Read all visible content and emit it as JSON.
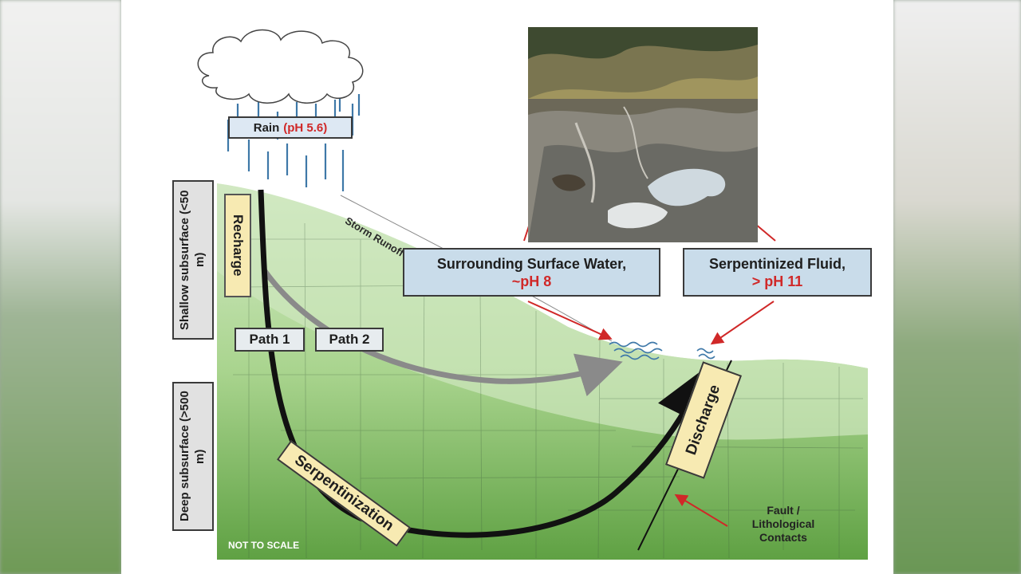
{
  "rain": {
    "label": "Rain",
    "ph": "(pH 5.6)"
  },
  "zones": {
    "shallow": "Shallow subsurface (<50 m)",
    "deep": "Deep subsurface (>500 m)"
  },
  "labels": {
    "recharge": "Recharge",
    "path1": "Path 1",
    "path2": "Path 2",
    "storm_runoff": "Storm Runoff",
    "serpentinization": "Serpentinization",
    "discharge": "Discharge",
    "not_to_scale": "NOT TO SCALE",
    "fault": "Fault / Lithological Contacts"
  },
  "surface_water": {
    "title": "Surrounding Surface Water,",
    "ph": "~pH 8"
  },
  "serp_fluid": {
    "title": "Serpentinized Fluid,",
    "ph": "> pH 11"
  },
  "colors": {
    "ground_light": "#cfe8c4",
    "ground_dark": "#6fae54",
    "accent_red": "#d02828",
    "label_yellow": "#f7eab2",
    "label_blue": "#c9dcea",
    "rain_blue": "#3e78a8"
  }
}
